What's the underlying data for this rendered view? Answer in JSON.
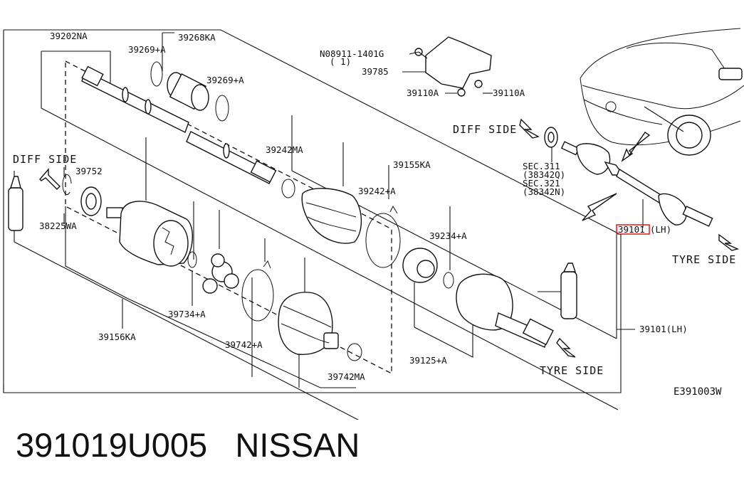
{
  "diagram_code": "E391003W",
  "sides": {
    "diff_left": "DIFF SIDE",
    "diff_right": "DIFF SIDE",
    "tyre_main": "TYRE SIDE",
    "tyre_right": "TYRE SIDE"
  },
  "parts": {
    "p39202NA": "39202NA",
    "p39268KA": "39268KA",
    "p39269A_a": "39269+A",
    "p39269A_b": "39269+A",
    "p39242MA": "39242MA",
    "p39242A": "39242+A",
    "p39155KA": "39155KA",
    "p39752": "39752",
    "p38225WA": "38225WA",
    "p39234A": "39234+A",
    "p39734A": "39734+A",
    "p39156KA": "39156KA",
    "p39742A": "39742+A",
    "p39742MA": "39742MA",
    "p39125A": "39125+A",
    "p39101LH": "39101(LH)",
    "p08911": "N08911-1401G",
    "p08911_qty": "( 1)",
    "p39785": "39785",
    "p39110A_a": "39110A",
    "p39110A_b": "39110A",
    "sec311": "SEC.311",
    "sec311_ref": "(38342Q)",
    "sec321": "SEC.321",
    "sec321_ref": "(38342N)",
    "highlight_code": "39101",
    "highlight_suffix": "(LH)"
  },
  "caption": {
    "part_number": "391019U005",
    "brand": "NISSAN"
  },
  "colors": {
    "highlight": "#e01818",
    "ink": "#111111"
  }
}
